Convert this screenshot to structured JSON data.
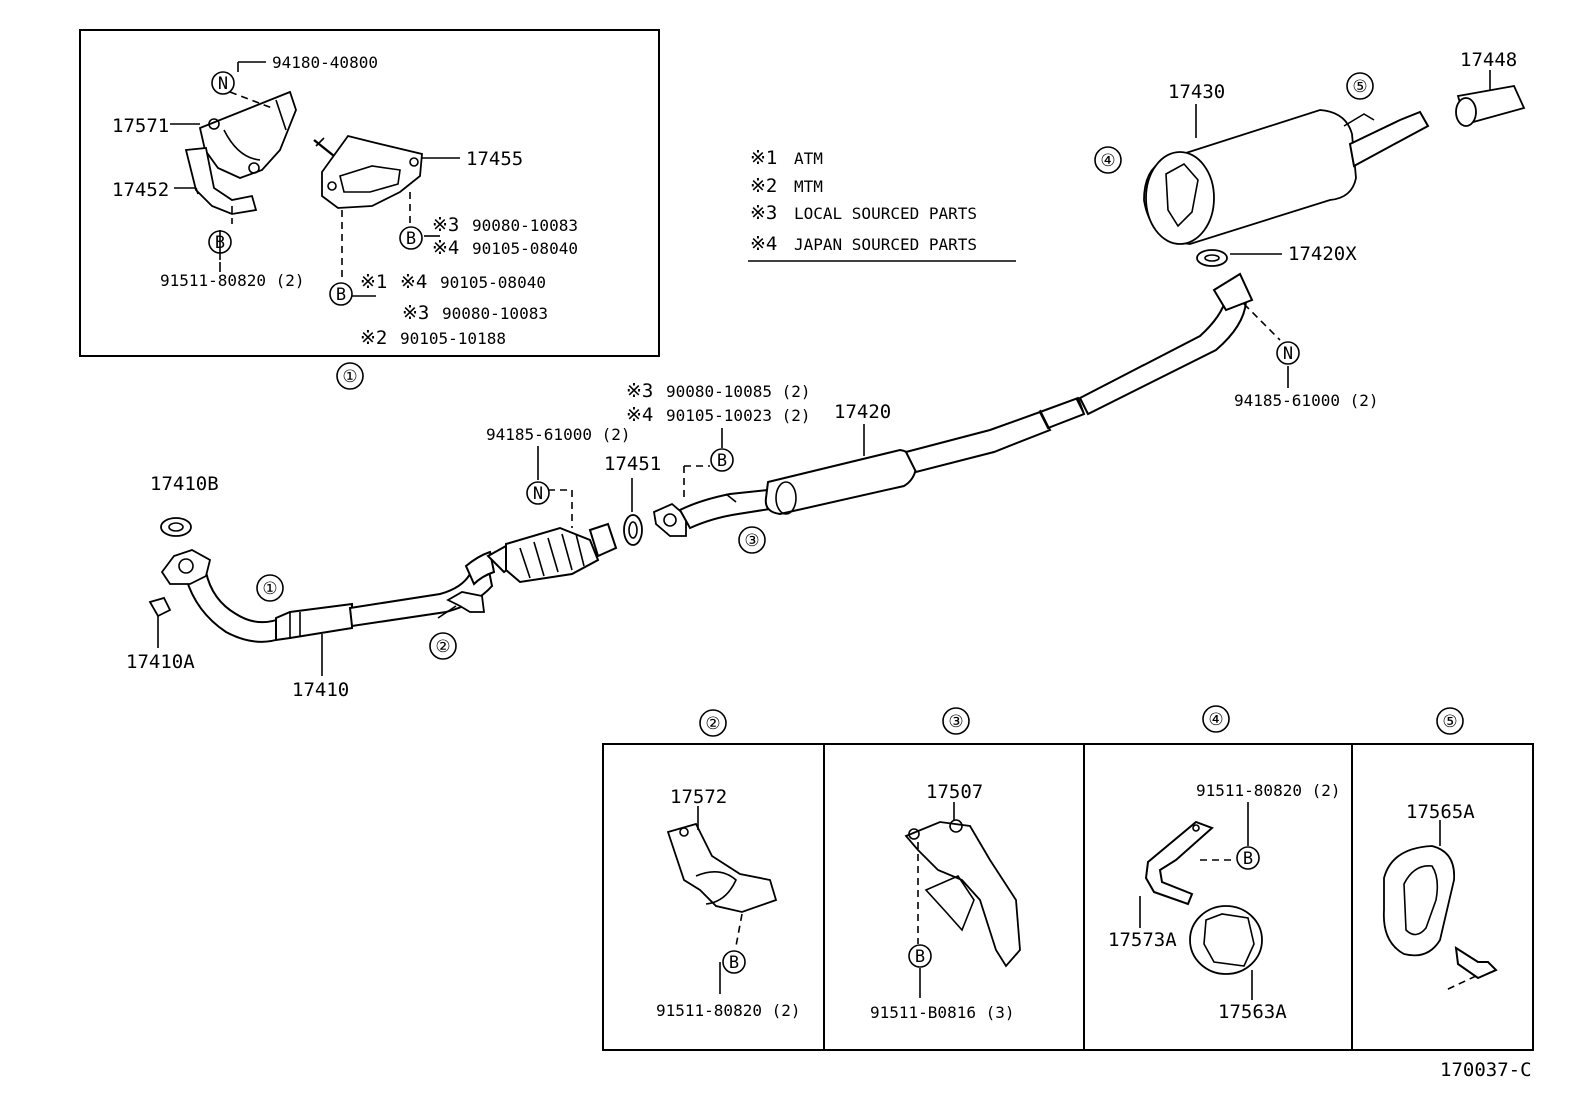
{
  "legend": {
    "items": [
      {
        "mark": "※1",
        "text": "ATM"
      },
      {
        "mark": "※2",
        "text": "MTM"
      },
      {
        "mark": "※3",
        "text": "LOCAL SOURCED PARTS"
      },
      {
        "mark": "※4",
        "text": "JAPAN SOURCED PARTS"
      }
    ]
  },
  "symbols": {
    "bolt": "B",
    "nut": "N"
  },
  "callouts": {
    "c1": "①",
    "c2": "②",
    "c3": "③",
    "c4": "④",
    "c5": "⑤"
  },
  "inset1": {
    "nut_part": "94180-40800",
    "bracket_upper": "17571",
    "bracket_lower": "17452",
    "bolt_part": "91511-80820 (2)",
    "support": "17455",
    "r1_mark": "※3",
    "r1_part": "90080-10083",
    "r2_mark": "※4",
    "r2_part": "90105-08040",
    "r3_mark": "※1",
    "r3_mark2": "※4",
    "r3_part": "90105-08040",
    "r4_mark": "※3",
    "r4_part": "90080-10083",
    "r5_mark": "※2",
    "r5_part": "90105-10188"
  },
  "main": {
    "gasket_top": "17410B",
    "stud_nut": "17410A",
    "front_pipe": "17410",
    "conv_nut": "94185-61000 (2)",
    "gasket_mid": "17451",
    "conv_b1_mark": "※3",
    "conv_b1_part": "90080-10085 (2)",
    "conv_b2_mark": "※4",
    "conv_b2_part": "90105-10023 (2)",
    "center_pipe": "17420",
    "tail_muffler": "17430",
    "tail_gasket": "17420X",
    "tail_nut": "94185-61000 (2)",
    "tip": "17448"
  },
  "boxes": {
    "b2_part": "17572",
    "b2_bolt": "91511-80820 (2)",
    "b3_part": "17507",
    "b3_bolt": "91511-B0816 (3)",
    "b4_bolt": "91511-80820 (2)",
    "b4_bracket": "17573A",
    "b4_hanger": "17563A",
    "b5_hanger": "17565A"
  },
  "figure_id": "170037-C"
}
